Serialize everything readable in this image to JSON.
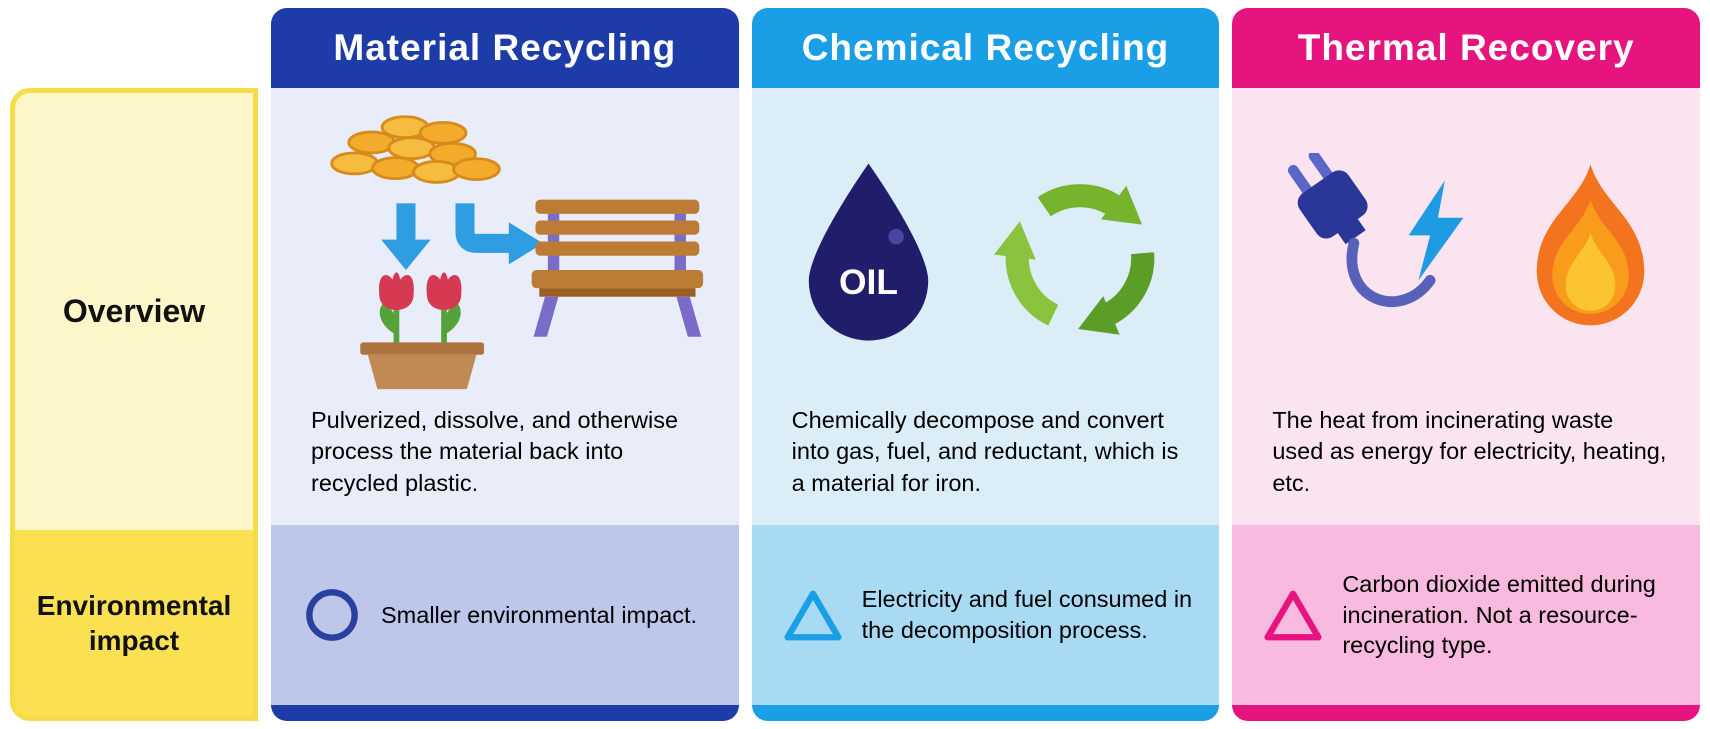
{
  "rows": {
    "overview_label": "Overview",
    "impact_label": "Environmental impact"
  },
  "columns": [
    {
      "title": "Material Recycling",
      "description": "Pulverized, dissolve, and otherwise process the material back into recycled plastic.",
      "impact": {
        "symbol": "circle",
        "text": "Smaller environmental impact."
      },
      "icons": [
        "plastic-pellets-pile-icon",
        "down-arrow-icon",
        "elbow-arrow-icon",
        "tulip-planter-icon",
        "bench-icon"
      ],
      "colors": {
        "header": "#1e3ca8",
        "body": "#e9ecf9",
        "impact_bg": "#bdc7e9",
        "symbol": "#2b3f9e"
      }
    },
    {
      "title": "Chemical Recycling",
      "description": "Chemically decompose and convert into gas, fuel, and reductant, which is a material for iron.",
      "oil_label": "OIL",
      "impact": {
        "symbol": "triangle",
        "text": "Electricity and fuel consumed in the decomposition process."
      },
      "icons": [
        "oil-drop-icon",
        "recycle-arrows-icon"
      ],
      "colors": {
        "header": "#1a9ee5",
        "body": "#dbeef8",
        "impact_bg": "#a9daf3",
        "symbol": "#1a9ee5"
      }
    },
    {
      "title": "Thermal Recovery",
      "description": "The heat from incinerating waste used as energy for electricity, heating, etc.",
      "impact": {
        "symbol": "triangle",
        "text": "Carbon dioxide emitted during incineration. Not a resource-recycling type."
      },
      "icons": [
        "power-plug-icon",
        "lightning-bolt-icon",
        "flame-icon"
      ],
      "colors": {
        "header": "#e6147f",
        "body": "#f9e4ef",
        "impact_bg": "#f8bade",
        "symbol": "#e6147f"
      }
    }
  ],
  "left_column": {
    "overview_bg": "#fdf6c8",
    "impact_bg": "#fbe151",
    "border": "#f7dc4a"
  },
  "icon_palette": {
    "pellet_gold": "#f3ab2b",
    "pellet_gold_light": "#f6bc3f",
    "arrow_blue": "#2f9de2",
    "wood_brown": "#bd7c35",
    "leg_purple": "#7b6cc9",
    "tulip_red": "#d63a52",
    "leaf_green": "#55a13a",
    "planter_tan": "#c08a52",
    "oil_navy": "#201d6b",
    "recycle_green": "#6fb02e",
    "plug_blue": "#2a3799",
    "prong_blue": "#5a67c8",
    "cord_blue": "#5761ba",
    "bolt_blue": "#1e9be2",
    "flame_orange": "#f4731f",
    "flame_mid": "#f99c1b",
    "flame_yellow": "#fdc431"
  }
}
